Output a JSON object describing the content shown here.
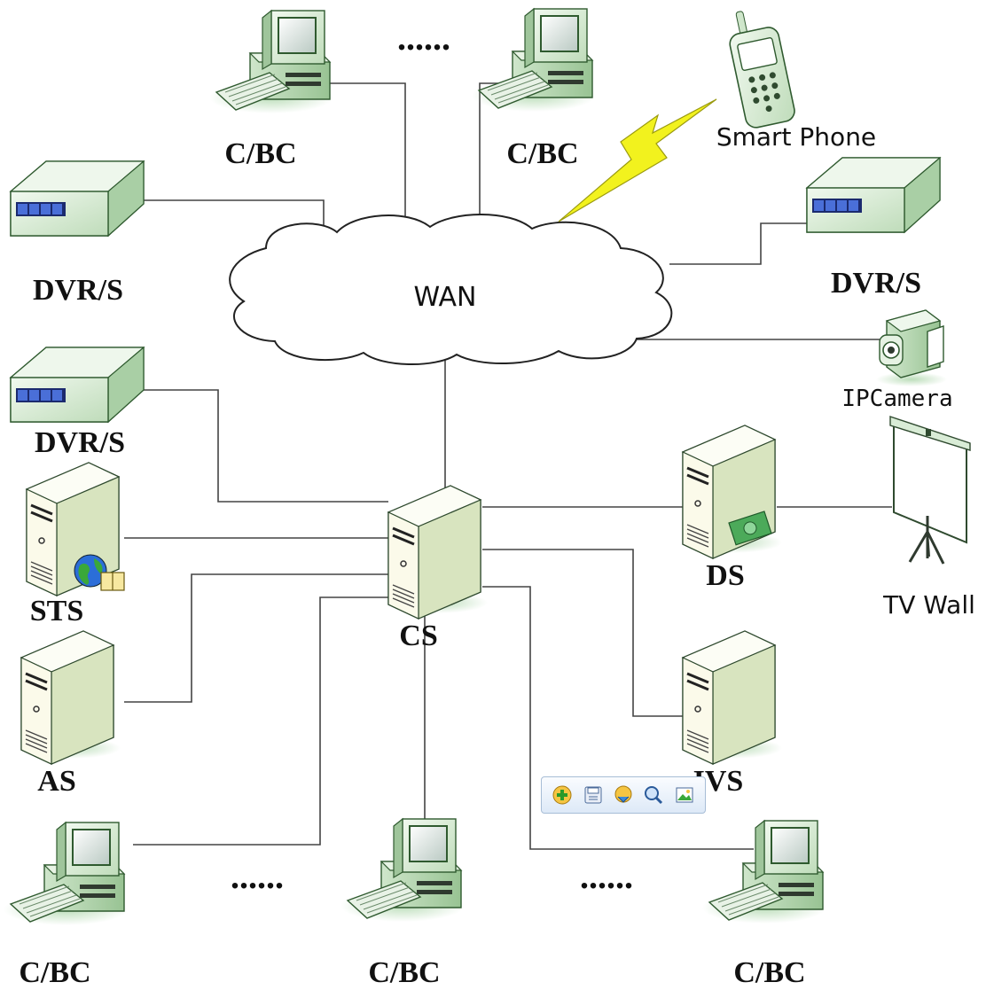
{
  "diagram": {
    "nodes": {
      "cbc_top_left": {
        "label": "C/BC",
        "icon": "desktop-computer-icon"
      },
      "cbc_top_right": {
        "label": "C/BC",
        "icon": "desktop-computer-icon"
      },
      "smart_phone": {
        "label": "Smart Phone",
        "icon": "mobile-phone-icon"
      },
      "dvr_left_top": {
        "label": "DVR/S",
        "icon": "dvr-box-icon"
      },
      "dvr_right": {
        "label": "DVR/S",
        "icon": "dvr-box-icon"
      },
      "wan": {
        "label": "WAN",
        "icon": "cloud-icon"
      },
      "dvr_left_mid": {
        "label": "DVR/S",
        "icon": "dvr-box-icon"
      },
      "ipcamera": {
        "label": "IPCamera",
        "icon": "video-camera-icon"
      },
      "sts": {
        "label": "STS",
        "icon": "server-tower-icon"
      },
      "cs": {
        "label": "CS",
        "icon": "server-tower-icon"
      },
      "ds": {
        "label": "DS",
        "icon": "server-tower-icon"
      },
      "tv_wall": {
        "label": "TV Wall",
        "icon": "projection-screen-icon"
      },
      "as": {
        "label": "AS",
        "icon": "server-tower-icon"
      },
      "ivs": {
        "label": "IVS",
        "icon": "server-tower-icon"
      },
      "cbc_bottom_left": {
        "label": "C/BC",
        "icon": "desktop-computer-icon"
      },
      "cbc_bottom_center": {
        "label": "C/BC",
        "icon": "desktop-computer-icon"
      },
      "cbc_bottom_right": {
        "label": "C/BC",
        "icon": "desktop-computer-icon"
      }
    },
    "ellipsis": [
      "......",
      "......",
      "......"
    ],
    "edges": [
      [
        "cbc_top_left",
        "wan"
      ],
      [
        "cbc_top_right",
        "wan"
      ],
      [
        "smart_phone",
        "wan"
      ],
      [
        "dvr_left_top",
        "wan"
      ],
      [
        "dvr_right",
        "wan"
      ],
      [
        "ipcamera",
        "wan"
      ],
      [
        "wan",
        "cs"
      ],
      [
        "dvr_left_mid",
        "cs"
      ],
      [
        "sts",
        "cs"
      ],
      [
        "as",
        "cs"
      ],
      [
        "ds",
        "cs"
      ],
      [
        "ds",
        "tv_wall"
      ],
      [
        "ivs",
        "cs"
      ],
      [
        "cbc_bottom_left",
        "cs"
      ],
      [
        "cbc_bottom_center",
        "cs"
      ],
      [
        "cbc_bottom_right",
        "cs"
      ]
    ],
    "wireless_link": {
      "from": "smart_phone",
      "to": "wan",
      "color": "#f2f21e"
    }
  },
  "toolbar": {
    "buttons": [
      "add-icon",
      "save-icon",
      "tag-icon",
      "zoom-icon",
      "image-icon"
    ]
  },
  "colors": {
    "device_green": "#d9ecd6",
    "device_stroke": "#3a6a3a",
    "line": "#444444"
  }
}
